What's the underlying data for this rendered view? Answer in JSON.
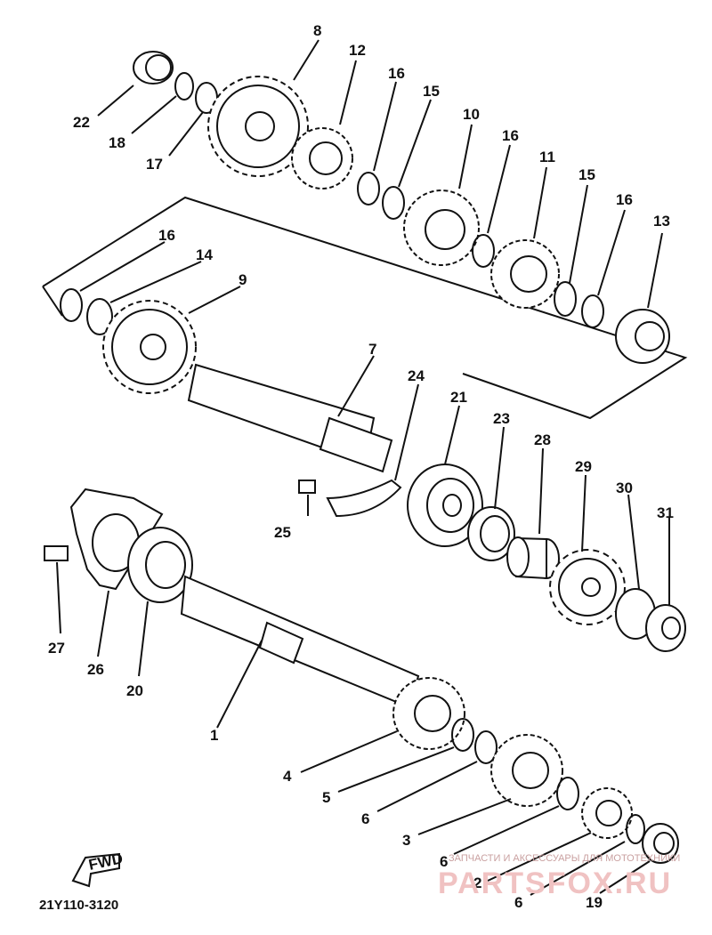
{
  "diagram": {
    "callouts": [
      "8",
      "12",
      "16",
      "15",
      "10",
      "16",
      "11",
      "15",
      "16",
      "13",
      "22",
      "18",
      "17",
      "16",
      "14",
      "9",
      "7",
      "24",
      "21",
      "23",
      "28",
      "29",
      "30",
      "31",
      "25",
      "27",
      "26",
      "20",
      "1",
      "4",
      "5",
      "6",
      "3",
      "6",
      "2",
      "6",
      "19"
    ],
    "catalog_code": "21Y110-3120",
    "fwd_label": "FWD",
    "watermark_small": "ЗАПЧАСТИ И АКСЕССУАРЫ ДЛЯ МОТОТЕХНИКИ",
    "watermark_big": "PARTSFOX.RU"
  }
}
